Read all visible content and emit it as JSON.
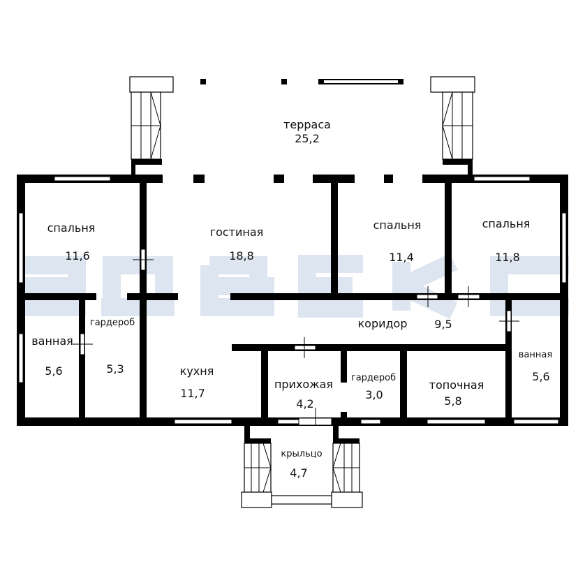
{
  "watermark": "адвекс",
  "rooms": {
    "terrace": {
      "name": "терраса",
      "area": "25,2"
    },
    "bedroom1": {
      "name": "спальня",
      "area": "11,6"
    },
    "living": {
      "name": "гостиная",
      "area": "18,8"
    },
    "bedroom2": {
      "name": "спальня",
      "area": "11,4"
    },
    "bedroom3": {
      "name": "спальня",
      "area": "11,8"
    },
    "corridor": {
      "name": "коридор",
      "area": "9,5"
    },
    "bath1": {
      "name": "ванная",
      "area": "5,6"
    },
    "wardrobe1": {
      "name": "гардероб",
      "area": "5,3"
    },
    "kitchen": {
      "name": "кухня",
      "area": "11,7"
    },
    "hall": {
      "name": "прихожая",
      "area": "4,2"
    },
    "wardrobe2": {
      "name": "гардероб",
      "area": "3,0"
    },
    "boiler": {
      "name": "топочная",
      "area": "5,8"
    },
    "bath2": {
      "name": "ванная",
      "area": "5,6"
    },
    "porch": {
      "name": "крыльцо",
      "area": "4,7"
    }
  }
}
